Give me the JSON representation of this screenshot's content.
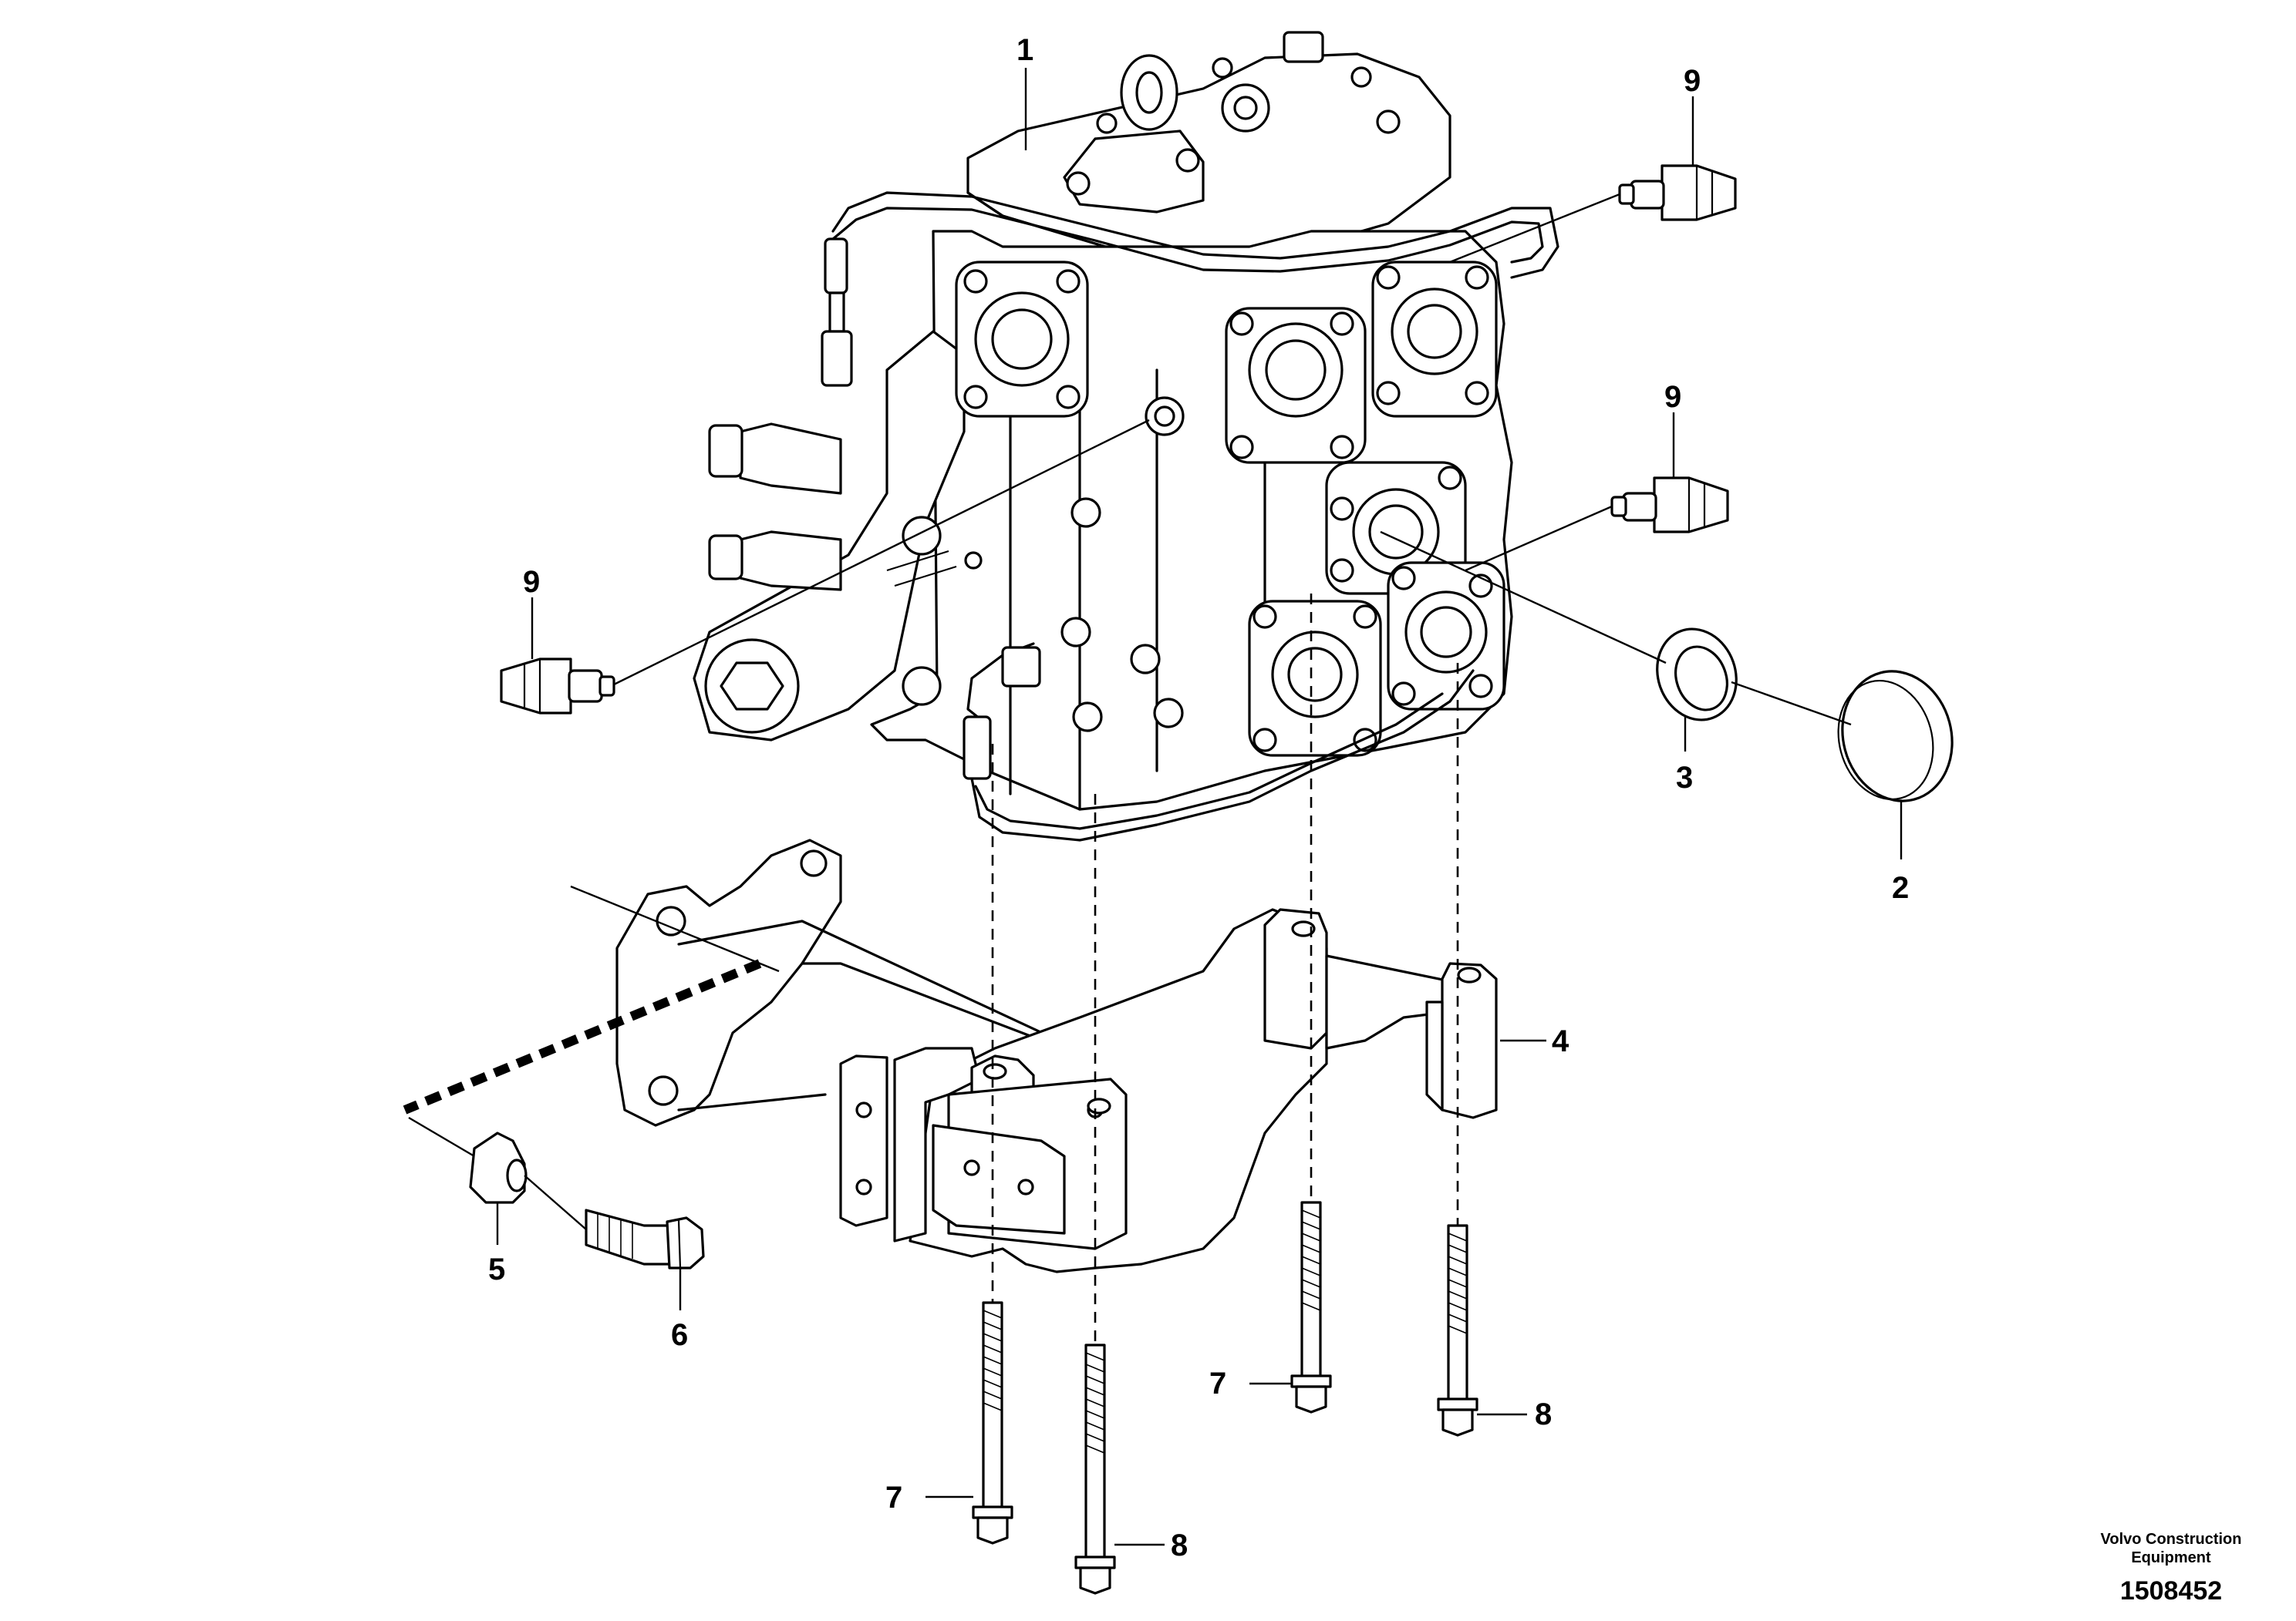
{
  "callouts": [
    {
      "id": "c1",
      "label": "1"
    },
    {
      "id": "c9a",
      "label": "9"
    },
    {
      "id": "c9b",
      "label": "9"
    },
    {
      "id": "c9c",
      "label": "9"
    },
    {
      "id": "c3",
      "label": "3"
    },
    {
      "id": "c2",
      "label": "2"
    },
    {
      "id": "c4",
      "label": "4"
    },
    {
      "id": "c5",
      "label": "5"
    },
    {
      "id": "c6",
      "label": "6"
    },
    {
      "id": "c7a",
      "label": "7"
    },
    {
      "id": "c8a",
      "label": "8"
    },
    {
      "id": "c7b",
      "label": "7"
    },
    {
      "id": "c8b",
      "label": "8"
    }
  ],
  "credit": {
    "line1": "Volvo Construction",
    "line2": "Equipment"
  },
  "doc_number": "1508452"
}
